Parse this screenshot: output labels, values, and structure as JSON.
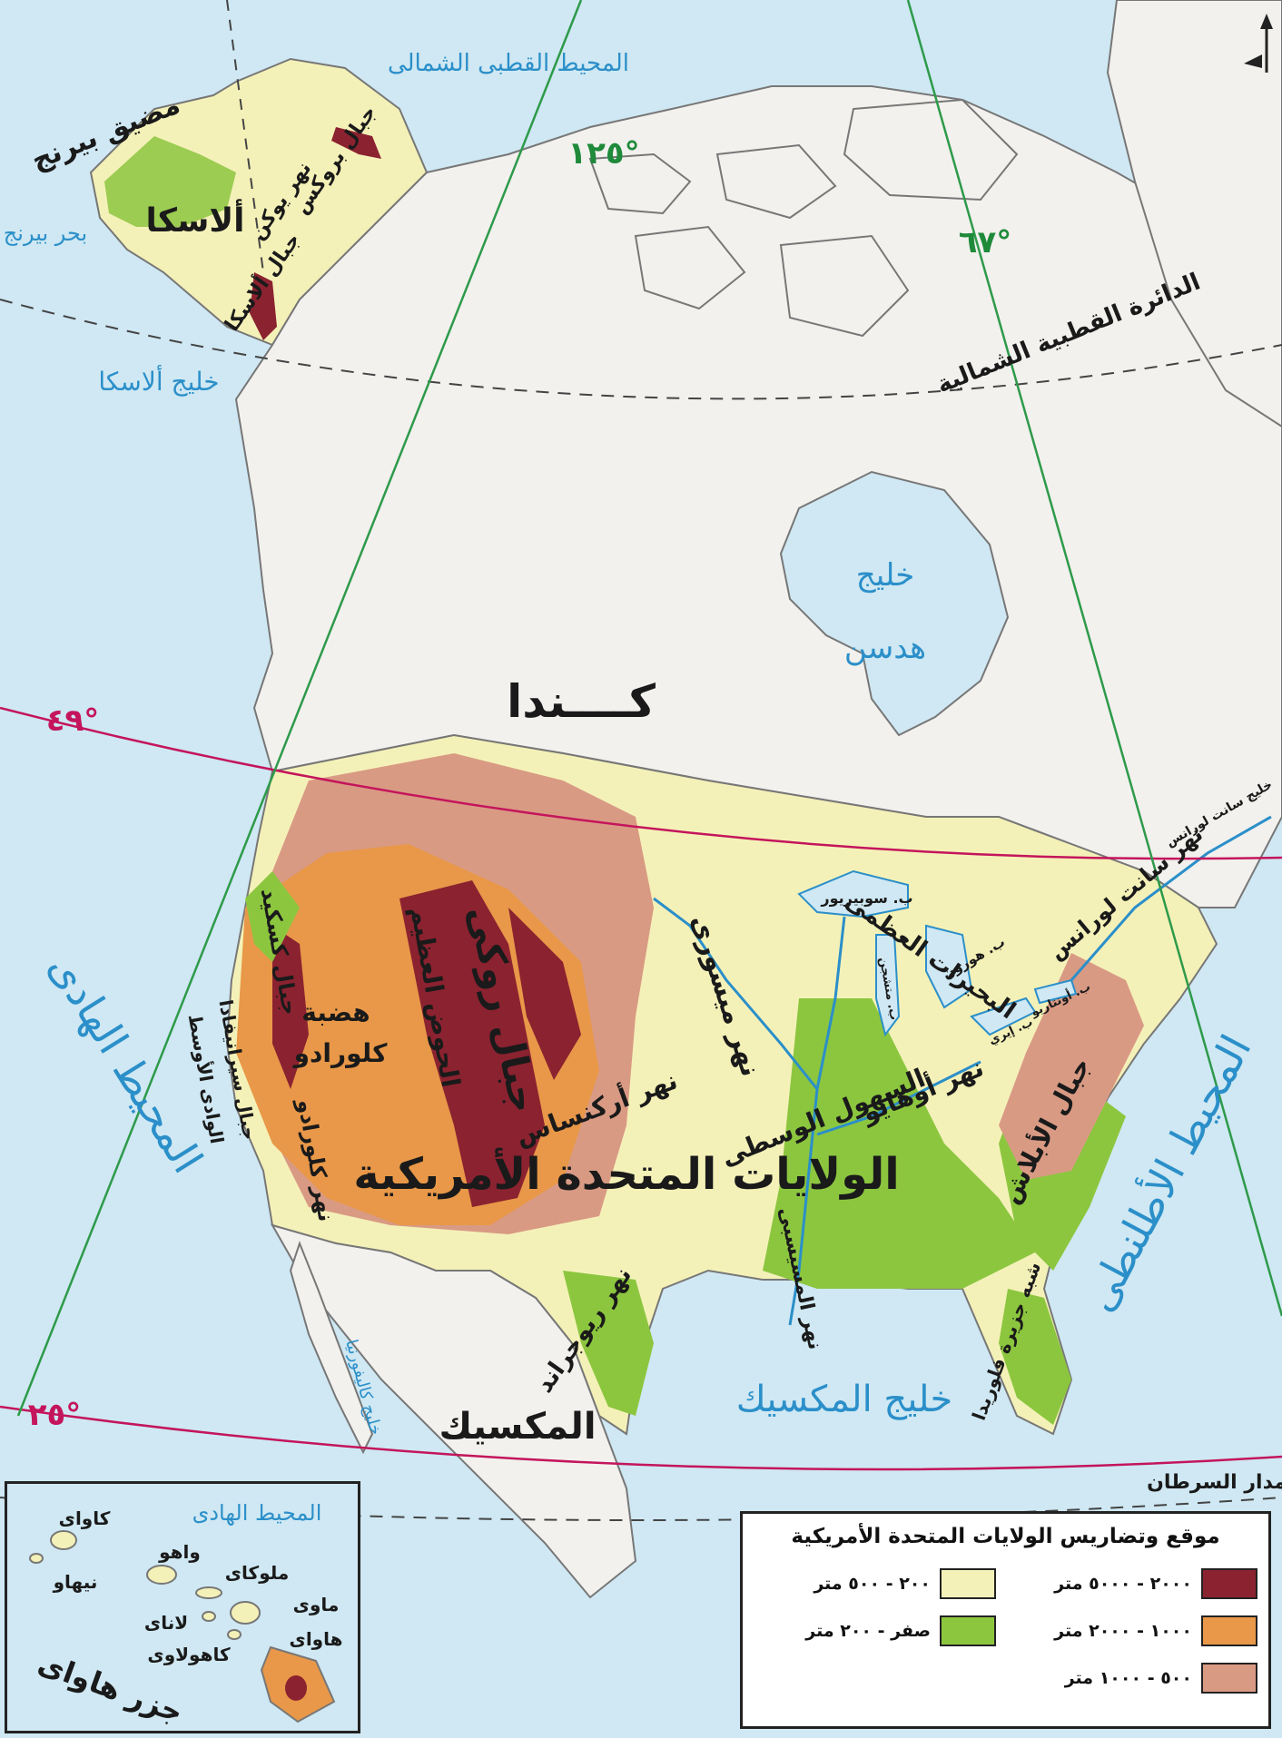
{
  "colors": {
    "water": "#cfe8f3",
    "land_neutral": "#f2f1ee",
    "lowland": "#8cc63f",
    "plain": "#f4f1b8",
    "hills": "#d99a84",
    "plateau": "#e89848",
    "mountain": "#8b2230",
    "latitude_line": "#c4155c",
    "meridian_line": "#2e9a4a"
  },
  "labels": {
    "arctic_ocean": "المحيط القطبى الشمالى",
    "bering_strait": "مضيق بيرنج",
    "bering_sea": "بحر بيرنج",
    "alaska": "ألاسكا",
    "brooks_range": "جبال بروكس",
    "yukon_river": "نهر يوكن",
    "alaska_range": "جبال ألاسكا",
    "gulf_of_alaska": "خليج ألاسكا",
    "arctic_circle": "الدائرة القطبية الشمالية",
    "meridian_125": "١٢٥°",
    "meridian_67": "٦٧°",
    "hudson_bay_1": "خليج",
    "hudson_bay_2": "هدسن",
    "canada": "كــــندا",
    "lat_49": "٤٩°",
    "lat_25": "٢٥°",
    "pacific_ocean": "المحيط الهادى",
    "atlantic_ocean": "المحيط الأطلنطى",
    "usa": "الولايات المتحدة الأمريكية",
    "rocky_mountains": "جبال روكى",
    "great_basin": "الحوض العظيم",
    "colorado_plateau_1": "هضبة",
    "colorado_plateau_2": "كلورادو",
    "cascade": "جبال كسكيد",
    "sierra_nevada": "جبال سيرانيفادا",
    "central_valley": "الوادى الأوسط",
    "colorado_river": "نهر كلورادو",
    "arkansas_river": "نهر أركنساس",
    "missouri_river": "نهر ميسورى",
    "central_plains": "السهول الوسطى",
    "ohio_river": "نهر أوهايو",
    "mississippi_river": "نهر المسيسبى",
    "rio_grande": "نهر ريوجراند",
    "appalachian": "جبال الأبلاش",
    "great_lakes": "البحيرات العظمى",
    "lake_superior": "ب. سوبيريور",
    "lake_huron": "ب. هورون",
    "lake_michigan": "ب. متشجن",
    "lake_ontario": "ب. أونتاريو",
    "lake_erie": "ب. إيري",
    "st_lawrence_river": "نهر سانت لورانس",
    "st_lawrence_gulf": "خليج سانت لورانس",
    "florida_peninsula": "شبه جزيرة فلوريدا",
    "gulf_of_mexico": "خليج المكسيك",
    "mexico": "المكسيك",
    "gulf_of_california": "خليج كاليفورنيا",
    "tropic_of_cancer": "مدار السرطان"
  },
  "inset": {
    "ocean": "المحيط الهادى",
    "kauai": "كاواى",
    "niihau": "نيهاو",
    "oahu": "واهو",
    "molokai": "ملوكاى",
    "lanai": "لاناى",
    "maui": "ماوى",
    "kahoolawe": "كاهولاوى",
    "hawaii": "هاواى",
    "title": "جزر هاواى"
  },
  "legend": {
    "title": "موقع وتضاريس الولايات المتحدة الأمريكية",
    "items": [
      {
        "label": "٢٠٠٠ - ٥٠٠٠ متر",
        "color": "#8b2230"
      },
      {
        "label": "٢٠٠ - ٥٠٠ متر",
        "color": "#f4f1b8"
      },
      {
        "label": "١٠٠٠ - ٢٠٠٠ متر",
        "color": "#e89848"
      },
      {
        "label": "صفر - ٢٠٠ متر",
        "color": "#8cc63f"
      },
      {
        "label": "٥٠٠ - ١٠٠٠ متر",
        "color": "#d99a84"
      }
    ]
  }
}
